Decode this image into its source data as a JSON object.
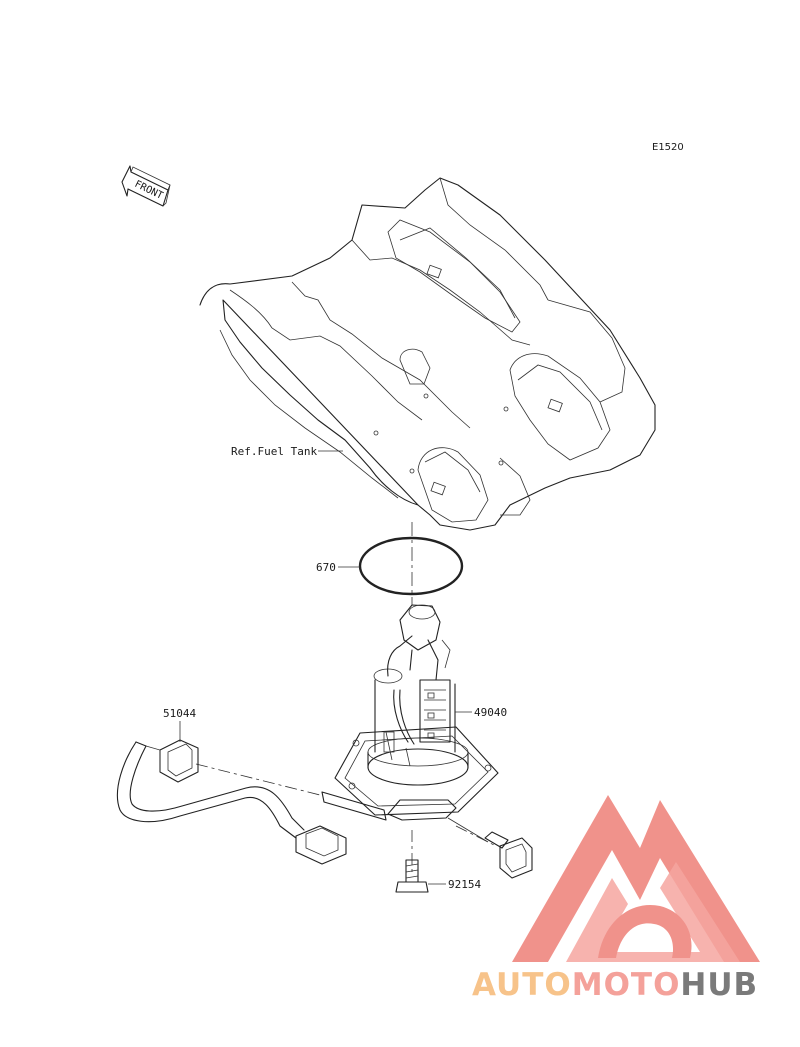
{
  "diagram_code": "E1520",
  "front_label": "FRONT",
  "ref_fuel_tank": "Ref.Fuel Tank",
  "parts": {
    "o_ring": "670",
    "hose": "51044",
    "fuel_pump": "49040",
    "bolt": "92154"
  },
  "watermark": {
    "auto": "AUTO",
    "moto": "MOTO",
    "hub": "HUB",
    "colors": {
      "auto": "#f7c38a",
      "moto": "#f4a19a",
      "hub": "#7a7a7a",
      "logo": "#f08d85"
    }
  }
}
